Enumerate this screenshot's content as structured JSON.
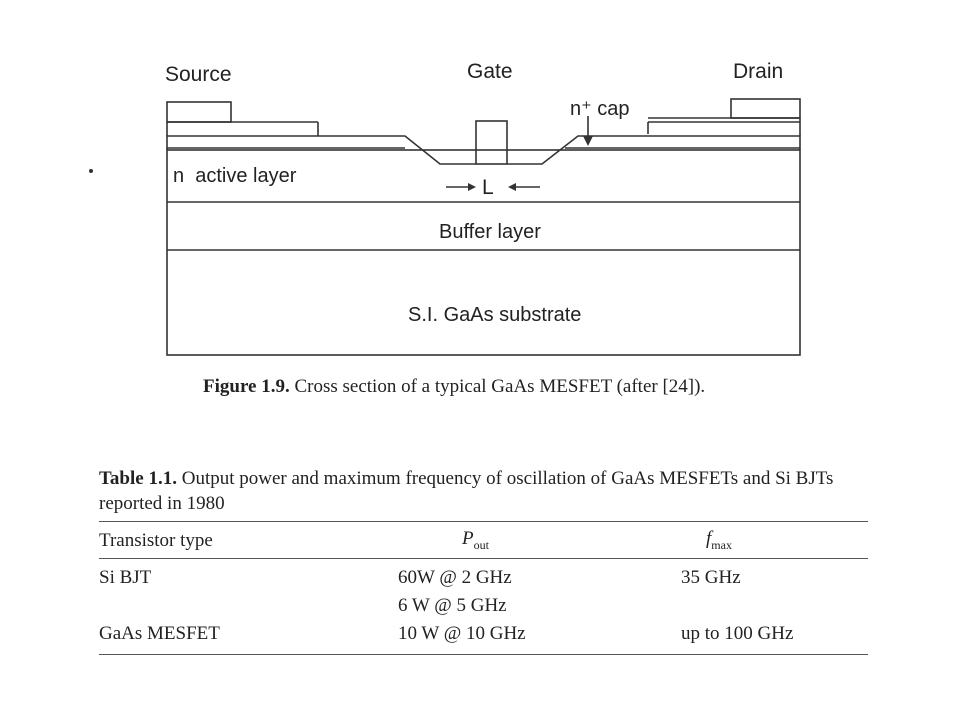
{
  "figure": {
    "labels": {
      "source": "Source",
      "gate": "Gate",
      "drain": "Drain",
      "cap": "n⁺ cap",
      "active": "n  active layer",
      "length": "L",
      "buffer": "Buffer layer",
      "substrate": "S.I. GaAs substrate"
    },
    "caption_number": "Figure 1.9.",
    "caption_text": " Cross section of a typical GaAs MESFET (after [24])."
  },
  "table": {
    "caption_number": "Table 1.1.",
    "caption_text": " Output power and maximum frequency of oscillation of GaAs MESFETs and Si BJTs reported in 1980",
    "headers": {
      "type": "Transistor type",
      "pout_main": "P",
      "pout_sub": "out",
      "fmax_main": "f",
      "fmax_sub": "max"
    },
    "rows": [
      {
        "type": "Si BJT",
        "pout": "60W @ 2 GHz",
        "fmax": "35 GHz"
      },
      {
        "type": "",
        "pout": "6 W @ 5 GHz",
        "fmax": ""
      },
      {
        "type": "GaAs MESFET",
        "pout": "10 W @ 10 GHz",
        "fmax": "up to 100 GHz"
      }
    ]
  }
}
